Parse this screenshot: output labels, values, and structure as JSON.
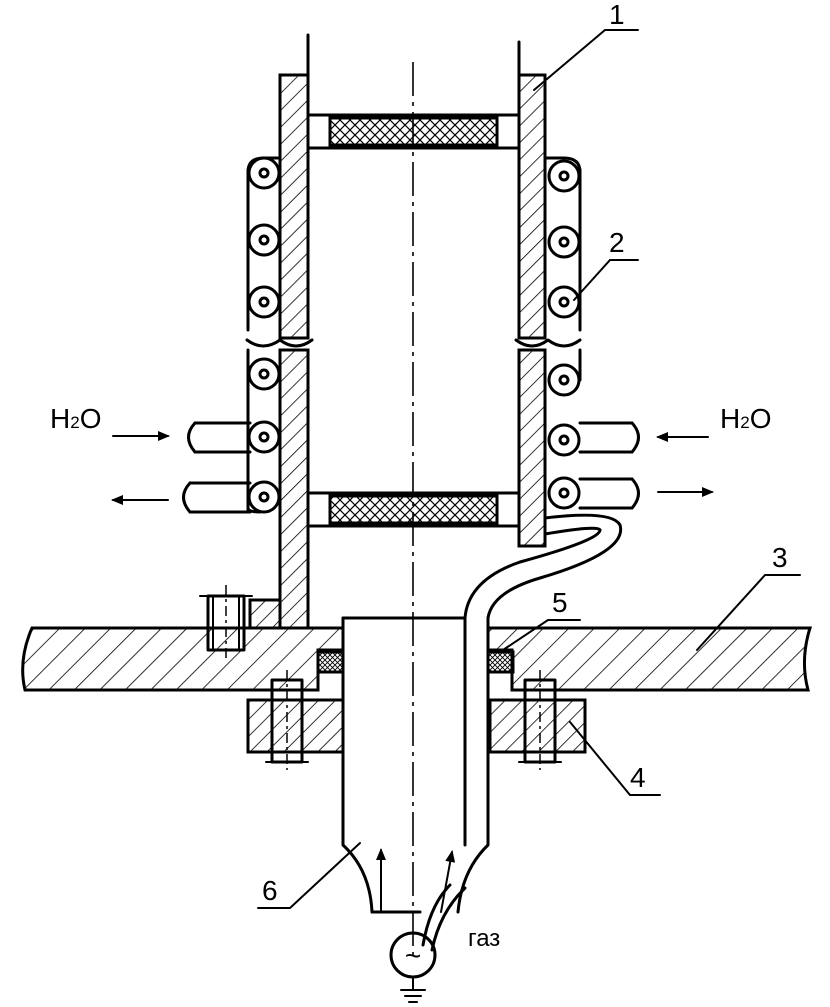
{
  "callouts": [
    {
      "id": "1",
      "text": "1"
    },
    {
      "id": "2",
      "text": "2"
    },
    {
      "id": "3",
      "text": "3"
    },
    {
      "id": "4",
      "text": "4"
    },
    {
      "id": "5",
      "text": "5"
    },
    {
      "id": "6",
      "text": "6"
    }
  ],
  "water": {
    "main": "H",
    "sub": "2",
    "tail": "O"
  },
  "gas_label": "газ",
  "ac_symbol": "~",
  "icons": [
    "arrow-icon",
    "ground-icon",
    "ac-source-icon",
    "bolt-icon",
    "coil-icon"
  ]
}
